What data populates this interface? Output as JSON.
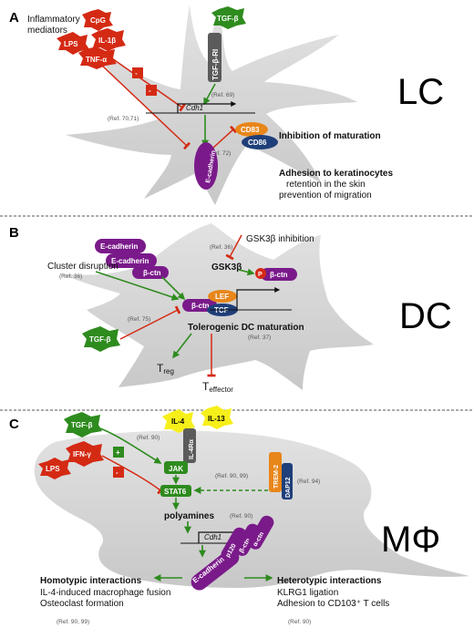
{
  "panels": {
    "a": {
      "letter": "A",
      "cell_type": "LC",
      "inflammatory": [
        "Inflammatory",
        "mediators"
      ],
      "cpg": "CpG",
      "lps": "LPS",
      "il1b": "IL-1β",
      "tnfa": "TNF-α",
      "tgfb": "TGF-β",
      "receptor": "TGF-β-RI",
      "cdh1": "Cdh1",
      "ecadherin": "E-cadherin",
      "cd83": "CD83",
      "cd86": "CD86",
      "minus": "-",
      "ref_69": "(Ref. 69)",
      "ref_70_71": "(Ref. 70,71)",
      "ref_72": "(Ref. 72)",
      "inhibition": "Inhibition of maturation",
      "adhesion": "Adhesion to keratinocytes",
      "retention": "retention in the skin",
      "prevention": "prevention of migration"
    },
    "b": {
      "letter": "B",
      "cell_type": "DC",
      "ecadherin_1": "E-cadherin",
      "ecadherin_2": "E-cadherin",
      "bctn": "β-ctn",
      "gsk": "GSK3β",
      "p": "P",
      "gsk_inhibition": "GSK3β inhibition",
      "cluster": "Cluster disruption",
      "lef": "LEF",
      "tcf": "TCF",
      "tgfb": "TGF-β",
      "ref_36a": "(Ref. 36)",
      "ref_36b": "(Ref. 36)",
      "ref_75": "(Ref. 75)",
      "ref_37": "(Ref. 37)",
      "tolerogenic": "Tolerogenic DC maturation",
      "treg_main": "T",
      "treg_sub": "reg",
      "teff_main": "T",
      "teff_sub": "effector"
    },
    "c": {
      "letter": "C",
      "cell_type": "MΦ",
      "tgfb": "TGF-β",
      "lps": "LPS",
      "ifng": "IFN-γ",
      "il4": "IL-4",
      "il13": "IL-13",
      "il4ra": "IL-4Rα",
      "jak": "JAK",
      "stat6": "STAT6",
      "trem2": "TREM-2",
      "dap12": "DAP12",
      "plus": "+",
      "minus": "-",
      "ref_90a": "(Ref. 90)",
      "ref_90_99": "(Ref. 90, 99)",
      "ref_94": "(Ref. 94)",
      "ref_90b": "(Ref. 90)",
      "polyamines": "polyamines",
      "cdh1": "Cdh1",
      "ecadherin": "E-cadherin",
      "p120": "p120",
      "bctn": "β-ctn",
      "actn": "α-ctn",
      "homotypic": "Homotypic interactions",
      "homo_1": "IL-4-induced macrophage fusion",
      "homo_2": "Osteoclast formation",
      "heterotypic": "Heterotypic interactions",
      "hetero_1": "KLRG1 ligation",
      "hetero_2": "Adhesion to CD103⁺ T cells",
      "ref_90_99b": "(Ref. 90, 99)",
      "ref_90c": "(Ref. 90)"
    }
  },
  "colors": {
    "red": "#d42a14",
    "green": "#2e8b1e",
    "purple": "#7a1a8a",
    "orange": "#e8861a",
    "navy": "#1f3f7a",
    "gray": "#5b5b5b",
    "yellow": "#f6ef1a",
    "cell": "#d7d7d7"
  }
}
